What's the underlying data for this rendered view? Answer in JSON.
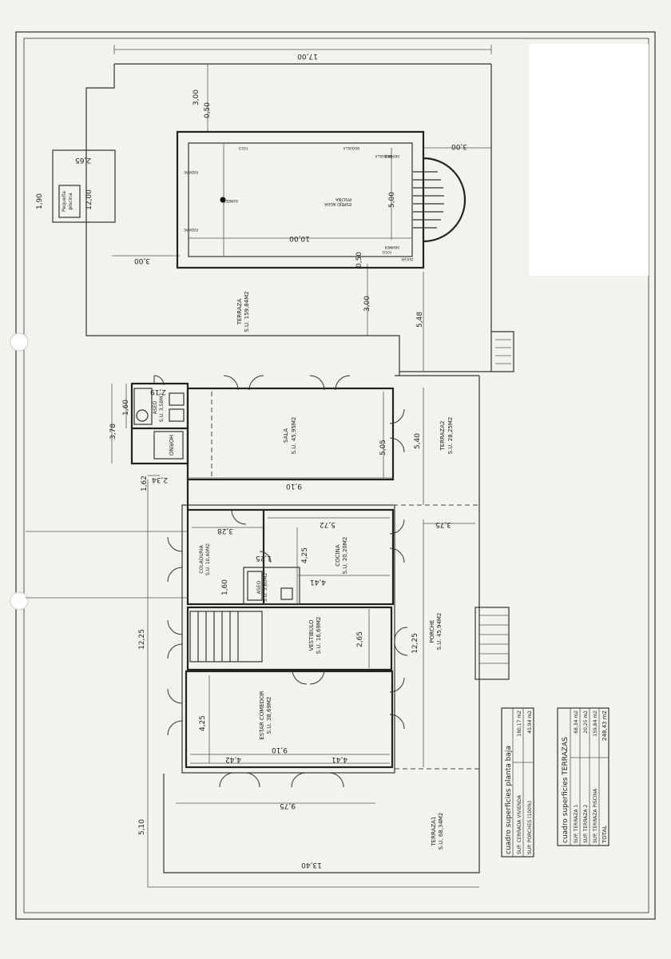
{
  "dimensions": {
    "top_width": "17,00",
    "pool_setback_top": "3,00",
    "pool_edge_top": "0,50",
    "pool_right_gap": "3,00",
    "pool_left_gap": "3,00",
    "pool_edge_bottom": "0,50",
    "pool_length": "10,00",
    "pool_width": "5,00",
    "terrace_gap": "3,00",
    "terrace_depth": "5,48",
    "small_pool_w": "2,65",
    "small_pool_h": "1,90",
    "small_pool_len": "12,00",
    "annex_h1": "1,60",
    "annex_h2": "3,78",
    "annex_small": "2,19",
    "annex_small2": "2,34",
    "annex_low": "1,62",
    "sala_width": "9,10",
    "sala_depth": "5,05",
    "terraza2_depth": "5,40",
    "porch_depth": "3,75",
    "house_depth": "12,25",
    "porch_length": "12,25",
    "colada_w": "3,28",
    "cocina_w": "5,72",
    "cocina_d": "4,41",
    "aseo_w": "1,25",
    "aseo_d": "1,60",
    "cocina_h": "4,25",
    "vest_h": "2,65",
    "estar_h": "4,25",
    "estar_w": "9,10",
    "estar_a": "4,42",
    "estar_b": "4,41",
    "terraza1_w": "9,75",
    "terraza1_d": "5,10",
    "bottom_width": "13,40"
  },
  "pool": {
    "main_label": "PISCINA",
    "main_surface": "ESPEJO AGUA",
    "tags": [
      "RODAPIE",
      "RODAPIE",
      "SKIMMER",
      "SKIMMER",
      "FOCO",
      "BOQUILLA",
      "BOQUILLA",
      "FOCO",
      "SUMIDERO",
      "DUCHA"
    ],
    "small_pool": [
      "Pequeña",
      "piscina"
    ]
  },
  "rooms": {
    "terraza_piscina": {
      "name": "TERRAZA",
      "area": "S.U. 159,84M2"
    },
    "aseo_ext": {
      "name": "ASEO",
      "area": "S.U. 3,58M2"
    },
    "horno": {
      "name": "HORNO"
    },
    "sala": {
      "name": "SALA",
      "area": "S.U. 45,95M2"
    },
    "terraza2": {
      "name": "TERRAZA2",
      "area": "S.U. 28,25M2"
    },
    "coladuria": {
      "name": "COLADURIA",
      "area": "S.U. 10,40M2"
    },
    "cocina": {
      "name": "COCINA",
      "area": "S.U. 20,20M2"
    },
    "aseo": {
      "name": "ASEO",
      "area": "S.U. 3,80M2"
    },
    "vestibulo": {
      "name": "VESTIBULO",
      "area": "S.U. 16,69M2"
    },
    "porche": {
      "name": "PORCHE",
      "area": "S.U. 45,94M2"
    },
    "estar": {
      "name": "ESTAR COMEDOR",
      "area": "S.U. 38,69M2"
    },
    "terraza1": {
      "name": "TERRAZA1",
      "area": "S.U. 68,34M2"
    }
  },
  "table_planta": {
    "title": "cuadro superficies planta baja",
    "rows": [
      {
        "label": "SUP. CERRADA VIVIENDA",
        "value": "180,17 m2"
      },
      {
        "label": "SUP. PORCHES (100%)",
        "value": "45,94 m2"
      }
    ]
  },
  "table_terrazas": {
    "title": "cuadro superficies TERRAZAS",
    "rows": [
      {
        "label": "SUP. TERRAZA 1",
        "value": "68,34 m2"
      },
      {
        "label": "SUP. TERRAZA 2",
        "value": "20,25 m2"
      },
      {
        "label": "SUP. TERRAZA PISCINA",
        "value": "159,84 m2"
      },
      {
        "label": "TOTAL",
        "value": "248,43 m2"
      }
    ]
  }
}
